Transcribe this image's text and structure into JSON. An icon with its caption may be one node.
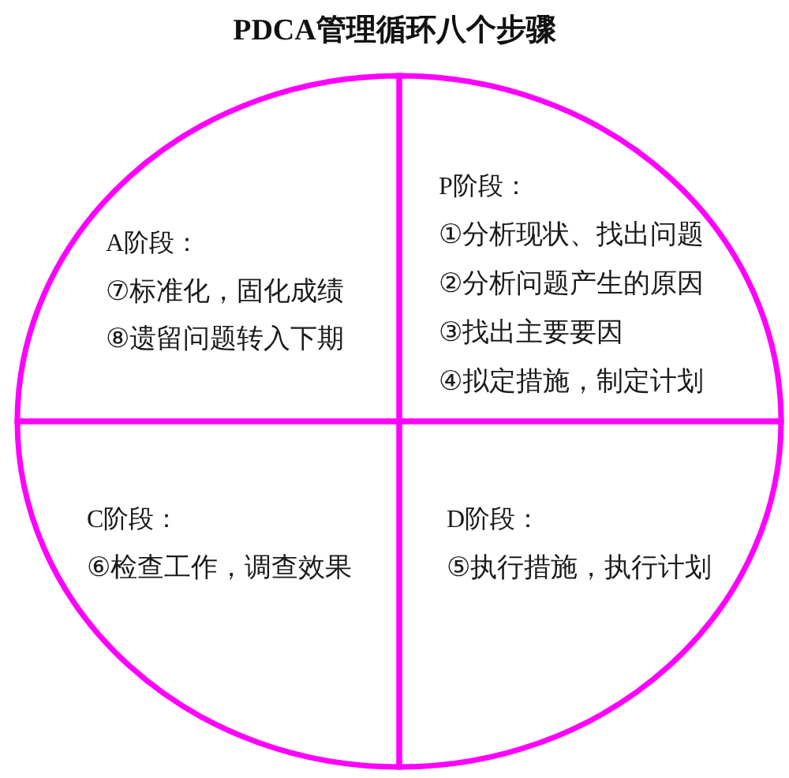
{
  "diagram": {
    "title": "PDCA管理循环八个步骤",
    "nodes": [
      {
        "text": [
          "A阶段：",
          "⑦标准化，固化成绩",
          "⑧遗留问题转入下期"
        ]
      },
      {
        "text": [
          "P阶段：",
          "①分析现状、找出问题",
          "②分析问题产生的原因",
          "③找出主要要因",
          "④拟定措施，制定计划"
        ]
      },
      {
        "text": [
          "C阶段：",
          "⑥检查工作，调查效果"
        ]
      },
      {
        "text": [
          "D阶段：",
          "⑤执行措施，执行计划"
        ]
      }
    ]
  }
}
